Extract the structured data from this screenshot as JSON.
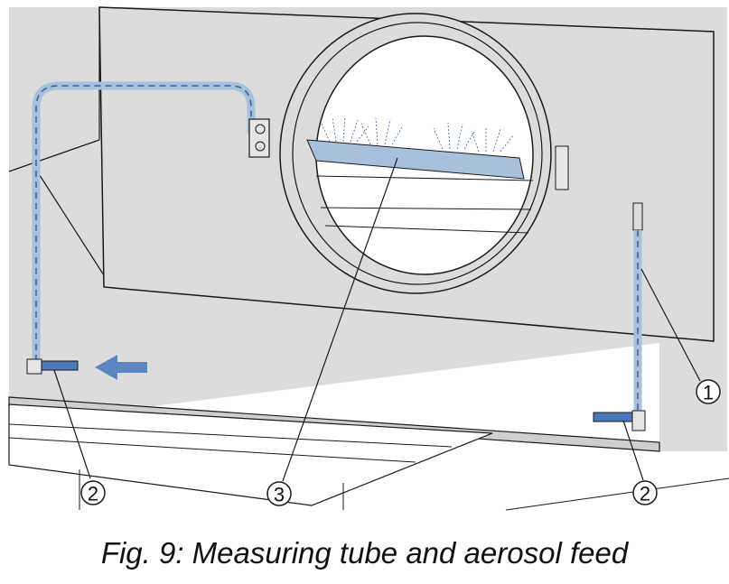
{
  "figure": {
    "caption": "Fig. 9: Measuring tube and aerosol feed"
  },
  "callouts": [
    {
      "id": "1",
      "label": "1"
    },
    {
      "id": "2a",
      "label": "2"
    },
    {
      "id": "2b",
      "label": "2"
    },
    {
      "id": "3",
      "label": "3"
    }
  ],
  "colors": {
    "background_panel": "#dcdcdc",
    "tube_blue": "#a9c0dc",
    "tube_dash": "#3c5f93",
    "feed_blue": "#4a78b8",
    "arrow_blue": "#5b86c2",
    "line": "#1a1a1a"
  },
  "icons": {
    "direction_arrow": "arrow-left-icon"
  }
}
